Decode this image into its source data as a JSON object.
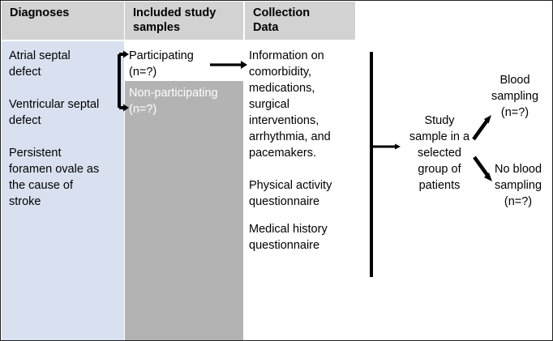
{
  "figure": {
    "title_columns": [
      {
        "id": "diagnoses",
        "label": "Diagnoses"
      },
      {
        "id": "included",
        "label": "Included study\nsamples"
      },
      {
        "id": "collection",
        "label": "Collection\nData"
      }
    ],
    "colors": {
      "header_gray": "#d2d2d2",
      "diagnoses_blue": "#d9e1f0",
      "nonparticipating_gray": "#b3b3b3",
      "text_black": "#000000",
      "text_white_on_gray": "#ffffff",
      "connector_black": "#000000"
    }
  },
  "diagnoses": {
    "items": [
      {
        "label": "Atrial septal\ndefect"
      },
      {
        "label": "Ventricular septal\ndefect"
      },
      {
        "label": "Persistent\nforamen ovale as\nthe cause of\nstroke"
      }
    ]
  },
  "included_study_samples": {
    "participating": "Participating\n(n=?)",
    "non_participating": "Non-participating\n(n=?)"
  },
  "collection_data": {
    "blocks": [
      "Information on\ncomorbidity,\nmedications,\nsurgical\ninterventions,\narrhythmia, and\npacemakers.",
      "Physical activity\nquestionnaire",
      "Medical history\nquestionnaire"
    ]
  },
  "study_branch": {
    "study_sample": "Study\nsample in a\nselected\ngroup of\npatients",
    "blood_sampling": "Blood\nsampling\n(n=?)",
    "no_blood_sampling": "No blood\nsampling\n(n=?)"
  }
}
